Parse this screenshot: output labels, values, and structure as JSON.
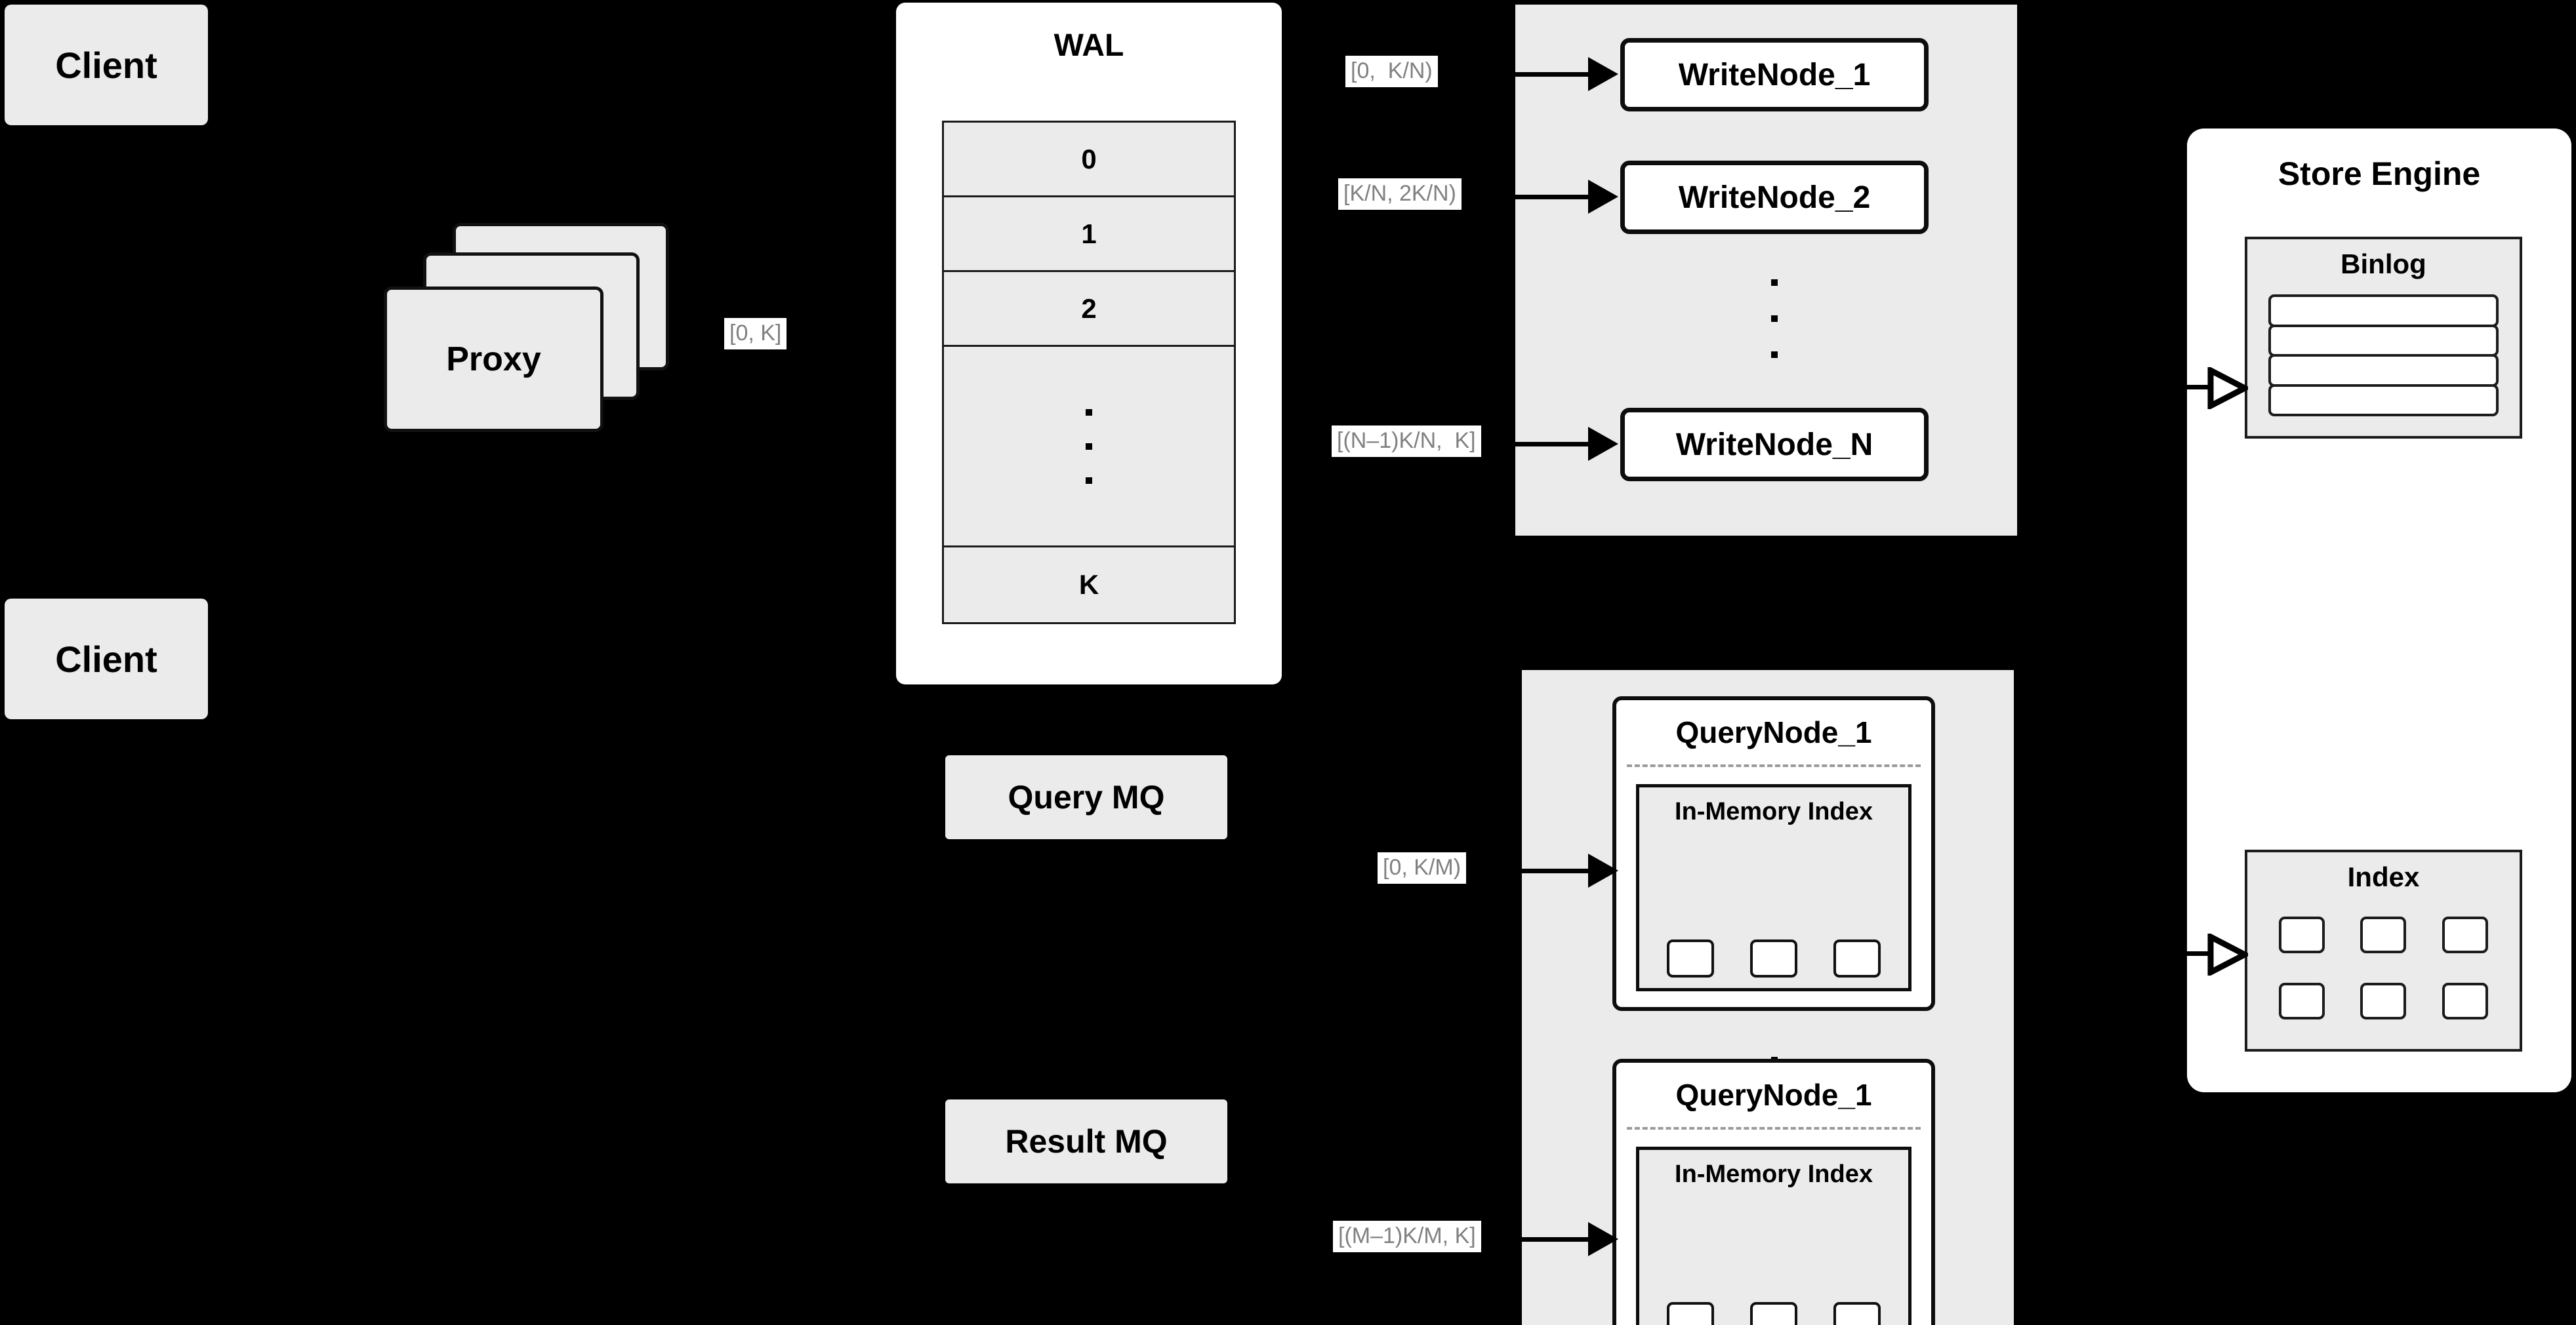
{
  "diagram": {
    "title": "Distributed vector database write/query architecture",
    "colors": {
      "background": "#000000",
      "card_fill": "#ebebeb",
      "panel_fill": "#ffffff",
      "stroke": "#111111",
      "edge_label_text": "#808080"
    }
  },
  "clients": [
    {
      "label": "Client"
    },
    {
      "label": "Client"
    }
  ],
  "proxy": {
    "label": "Proxy",
    "stack_count": 3
  },
  "wal": {
    "title": "WAL",
    "rows": [
      "0",
      "1",
      "2",
      "⋮",
      "K"
    ],
    "ellipsis_row_index": 3
  },
  "edge_labels": {
    "proxy_to_wal": "[0, K]",
    "wal_to_writenode_1": "[0,  K/N)",
    "wal_to_writenode_2": "[K/N, 2K/N)",
    "wal_to_writenode_n": "[(N–1)K/N,  K]",
    "mq_to_querynode_1": "[0, K/M)",
    "mq_to_querynode_m": "[(M–1)K/M, K]"
  },
  "write_nodes": {
    "items": [
      {
        "label": "WriteNode_1"
      },
      {
        "label": "WriteNode_2"
      },
      {
        "label": "WriteNode_N"
      }
    ],
    "ellipsis": "⋮"
  },
  "message_queues": [
    {
      "label": "Query MQ"
    },
    {
      "label": "Result MQ"
    }
  ],
  "query_nodes": {
    "items": [
      {
        "title": "QueryNode_1",
        "index_title": "In-Memory Index",
        "cell_count": 3
      },
      {
        "title": "QueryNode_1",
        "index_title": "In-Memory Index",
        "cell_count": 3
      }
    ],
    "ellipsis": "⋮"
  },
  "store_engine": {
    "title": "Store Engine",
    "binlog": {
      "title": "Binlog",
      "row_count": 4
    },
    "index": {
      "title": "Index",
      "cell_count": 6
    }
  }
}
